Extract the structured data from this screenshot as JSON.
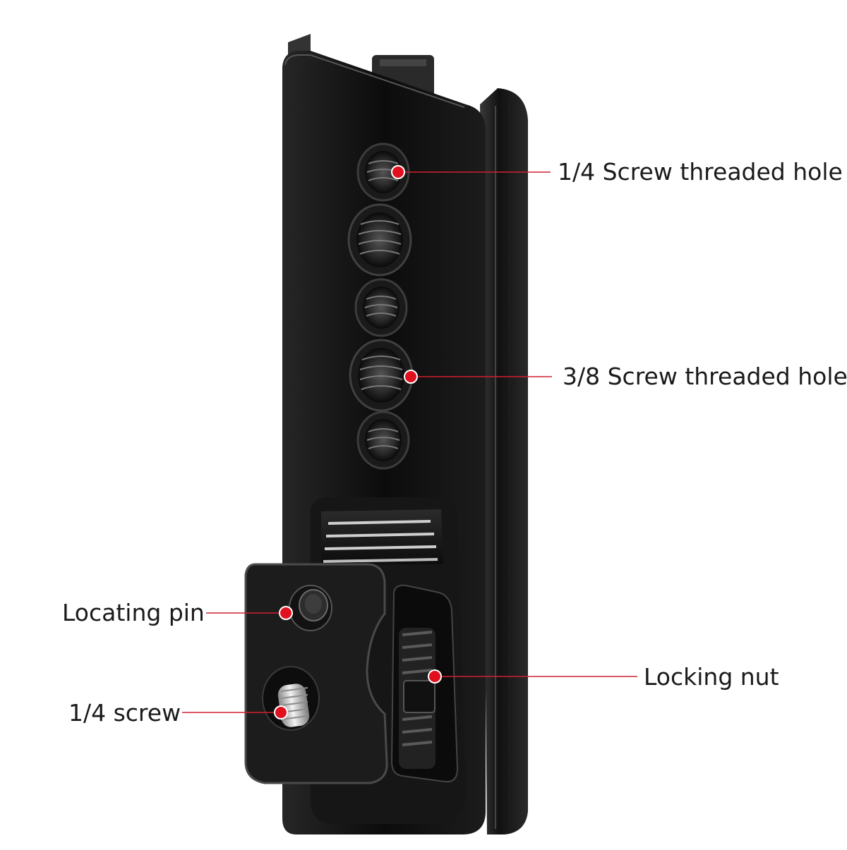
{
  "annotations": {
    "quarter_hole": "1/4 Screw threaded hole",
    "three_eighths_hole": "3/8 Screw threaded hole",
    "locating_pin": "Locating pin",
    "quarter_screw": "1/4 screw",
    "locking_nut": "Locking nut"
  },
  "colors": {
    "background": "#ffffff",
    "bracket": "#111111",
    "marker": "#e0101e",
    "leader_line": "#d02030",
    "text": "#1a1a1a"
  }
}
